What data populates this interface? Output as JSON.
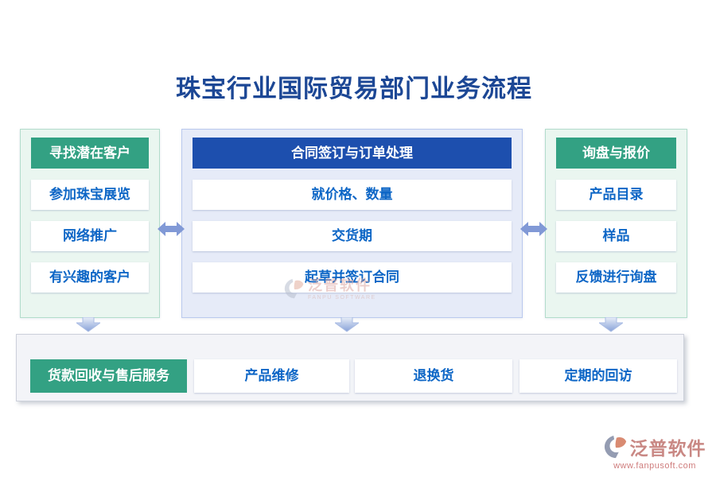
{
  "title": "珠宝行业国际贸易部门业务流程",
  "columns": [
    {
      "header": "寻找潜在客户",
      "theme": "green",
      "items": [
        "参加珠宝展览",
        "网络推广",
        "有兴趣的客户"
      ]
    },
    {
      "header": "合同签订与订单处理",
      "theme": "blue",
      "items": [
        "就价格、数量",
        "交货期",
        "起草并签订合同"
      ]
    },
    {
      "header": "询盘与报价",
      "theme": "green",
      "items": [
        "产品目录",
        "样品",
        "反馈进行询盘"
      ]
    }
  ],
  "bottom_bar": {
    "header": "货款回收与售后服务",
    "items": [
      "产品维修",
      "退换货",
      "定期的回访"
    ]
  },
  "watermark": {
    "brand": "泛普软件",
    "brand_en": "FANPU SOFTWARE",
    "url": "www.fanpusoft.com"
  },
  "colors": {
    "title_text": "#1c4795",
    "green_header": "#33a183",
    "blue_header": "#1d4fae",
    "item_text": "#0d66c6",
    "green_panel_bg": "#eaf6f0",
    "blue_panel_bg": "#e6ebf8",
    "bottom_bar_bg": "#f3f4f8",
    "arrow": "#8199d6",
    "watermark_pink": "#c98884"
  }
}
